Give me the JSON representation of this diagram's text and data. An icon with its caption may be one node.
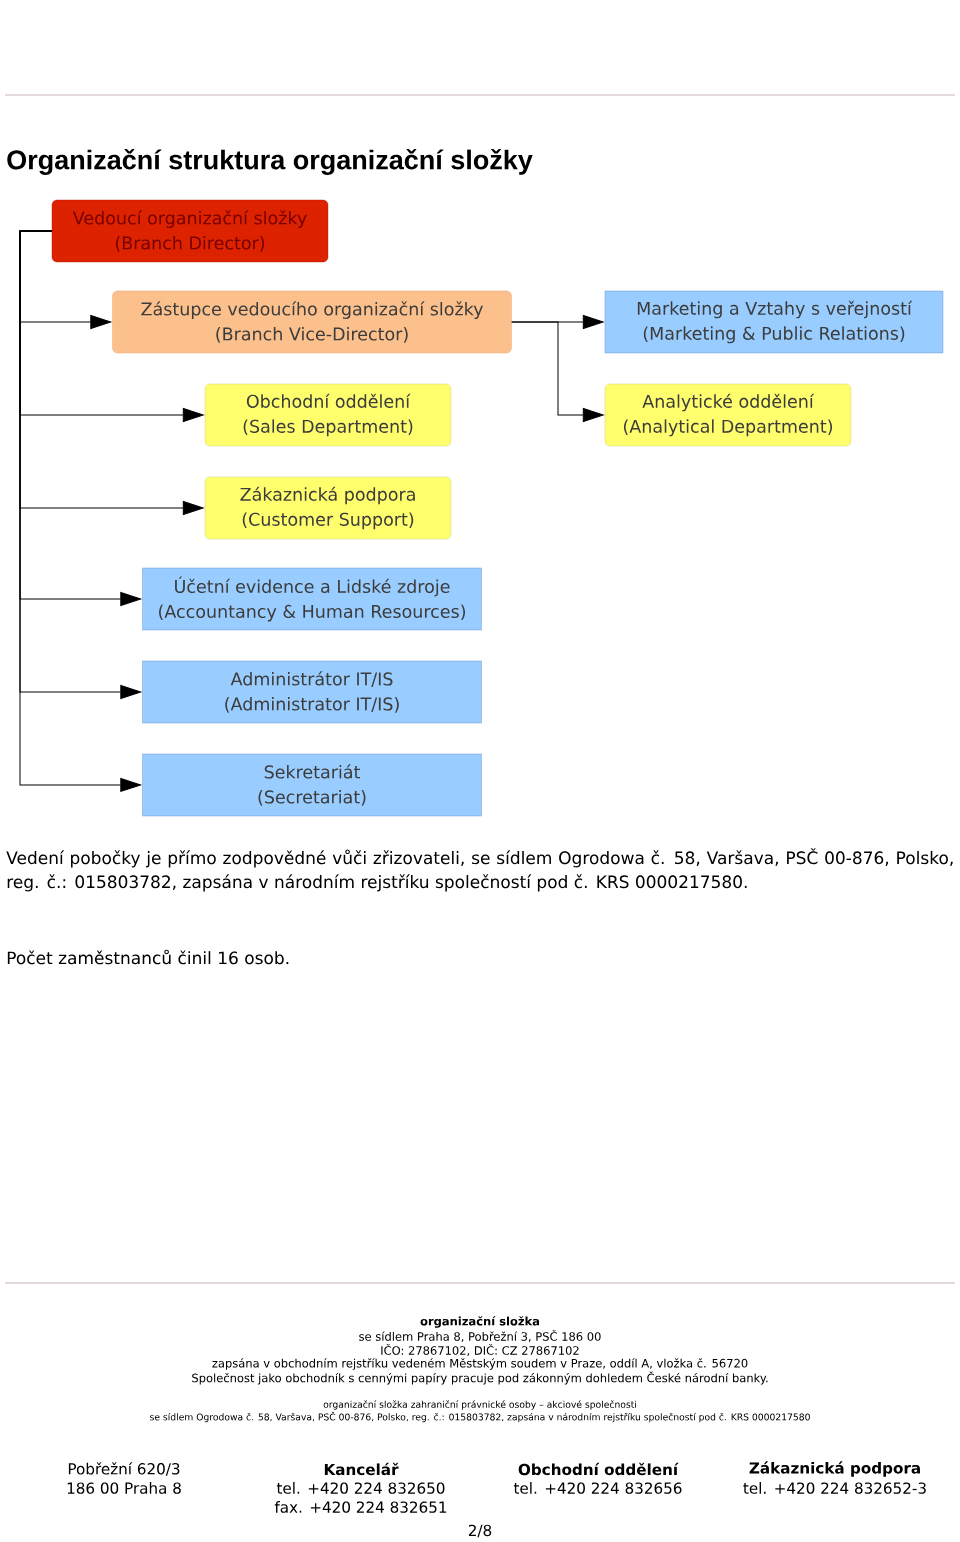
{
  "diagram": {
    "title": "Organizační struktura organizační složky",
    "nodes": [
      {
        "text": [
          "Vedoucí organizační složky",
          "(Branch Director)"
        ]
      },
      {
        "text": [
          "Zástupce vedoucího organizační složky",
          "(Branch Vice-Director)"
        ]
      },
      {
        "text": [
          "Marketing a Vztahy s veřejností",
          "(Marketing & Public Relations)"
        ]
      },
      {
        "text": [
          "Obchodní oddělení",
          "(Sales Department)"
        ]
      },
      {
        "text": [
          "Analytické oddělení",
          "(Analytical Department)"
        ]
      },
      {
        "text": [
          "Zákaznická podpora",
          "(Customer Support)"
        ]
      },
      {
        "text": [
          "Účetní evidence a Lidské zdroje",
          "(Accountancy & Human Resources)"
        ]
      },
      {
        "text": [
          "Administrátor IT/IS",
          "(Administrator IT/IS)"
        ]
      },
      {
        "text": [
          "Sekretariát",
          "(Secretariat)"
        ]
      }
    ],
    "edges": [
      {
        "from": 0,
        "to": 1,
        "arrow": "to"
      },
      {
        "from": 0,
        "to": 3,
        "arrow": "to"
      },
      {
        "from": 0,
        "to": 5,
        "arrow": "to"
      },
      {
        "from": 0,
        "to": 6,
        "arrow": "to"
      },
      {
        "from": 0,
        "to": 7,
        "arrow": "to"
      },
      {
        "from": 0,
        "to": 8,
        "arrow": "to"
      },
      {
        "from": 1,
        "to": 2,
        "arrow": "to"
      },
      {
        "from": 1,
        "to": 4,
        "arrow": "to"
      }
    ],
    "labels": [
      "Vedení pobočky je přímo zodpovědné vůči zřizovateli, se sídlem Ogrodowa č. 58, Varšava, PSČ 00-876, Polsko, reg. č.: 015803782, zapsána v národním rejstříku společností pod č. KRS 0000217580.",
      "Počet zaměstnanců činil 16 osob.",
      "organizační složka",
      "se sídlem Praha 8, Pobřežní 3, PSČ 186 00",
      "IČO: 27867102, DIČ: CZ 27867102",
      "zapsána v obchodním rejstříku vedeném Městským soudem v Praze, oddíl A, vložka č. 56720",
      "Společnost jako obchodník s cennými papíry pracuje pod zákonným dohledem České národní banky.",
      "organizační složka zahraniční právnické osoby – akciové společnosti",
      "se sídlem Ogrodowa č. 58, Varšava, PSČ 00-876, Polsko, reg. č.: 015803782, zapsána v národním rejstříku společností pod č. KRS 0000217580",
      "Pobřežní 620/3",
      "186 00 Praha 8",
      "Kancelář",
      "tel. +420 224 832650",
      "fax. +420 224 832651",
      "Obchodní oddělení",
      "tel. +420 224 832656",
      "Zákaznická podpora",
      "tel. +420 224 832652-3",
      "2/8"
    ]
  }
}
